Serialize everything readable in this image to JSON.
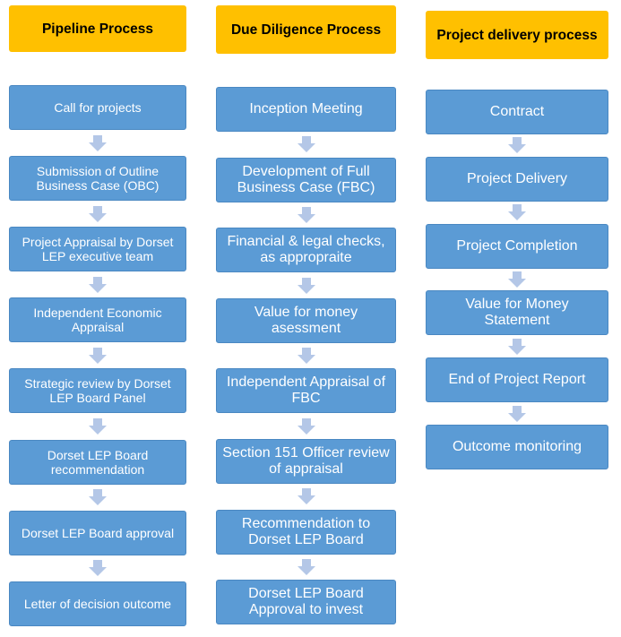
{
  "colors": {
    "header": "#ffc000",
    "step": "#5b9bd5",
    "arrow": "#b4c7e7"
  },
  "columns": [
    {
      "header": "Pipeline Process",
      "steps": [
        "Call for projects",
        "Submission of Outline Business Case (OBC)",
        "Project Appraisal by Dorset LEP executive team",
        "Independent Economic Appraisal",
        "Strategic review by Dorset LEP Board Panel",
        "Dorset LEP Board recommendation",
        "Dorset LEP Board approval",
        "Letter of decision outcome"
      ]
    },
    {
      "header": "Due Diligence Process",
      "steps": [
        "Inception Meeting",
        "Development of Full Business Case (FBC)",
        "Financial & legal checks, as appropraite",
        "Value for money asessment",
        "Independent Appraisal of FBC",
        "Section 151 Officer review of appraisal",
        "Recommendation to Dorset LEP Board",
        "Dorset LEP Board Approval to invest"
      ]
    },
    {
      "header": "Project delivery process",
      "steps": [
        "Contract",
        "Project Delivery",
        "Project Completion",
        "Value for Money Statement",
        "End of Project Report",
        "Outcome monitoring"
      ]
    }
  ]
}
